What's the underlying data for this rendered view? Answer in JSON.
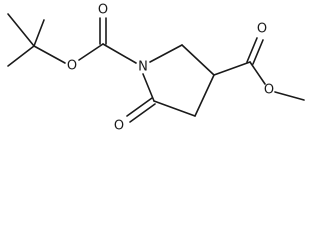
{
  "molecule": {
    "atoms": {
      "n1": "N",
      "o_carbamate_ether": "O",
      "o_carbamate_carbonyl": "O",
      "o_ester_carbonyl": "O",
      "o_ester_ether": "O",
      "o_lactam": "O"
    }
  },
  "colors": {
    "bond": "#1a1a1a",
    "background": "#ffffff"
  }
}
